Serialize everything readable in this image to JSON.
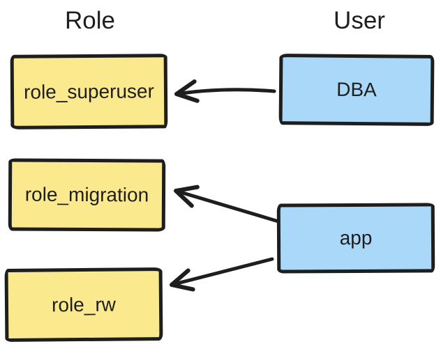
{
  "diagram": {
    "columns": [
      {
        "id": "role",
        "heading": "Role"
      },
      {
        "id": "user",
        "heading": "User"
      }
    ],
    "nodes": [
      {
        "id": "role_superuser",
        "label": "role_superuser",
        "group": "role"
      },
      {
        "id": "role_migration",
        "label": "role_migration",
        "group": "role"
      },
      {
        "id": "role_rw",
        "label": "role_rw",
        "group": "role"
      },
      {
        "id": "DBA",
        "label": "DBA",
        "group": "user"
      },
      {
        "id": "app",
        "label": "app",
        "group": "user"
      }
    ],
    "edges": [
      {
        "from": "DBA",
        "to": "role_superuser"
      },
      {
        "from": "app",
        "to": "role_migration"
      },
      {
        "from": "app",
        "to": "role_rw"
      }
    ],
    "colors": {
      "role_node_fill": "#fbe98e",
      "user_node_fill": "#a9d8f8",
      "stroke": "#1e1e1e",
      "background": "#ffffff"
    }
  }
}
